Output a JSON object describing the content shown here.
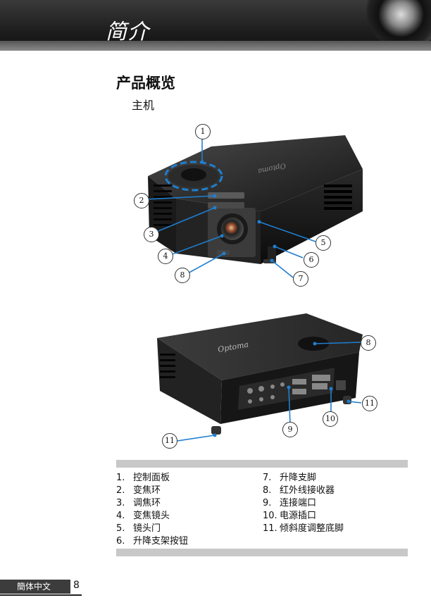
{
  "header": {
    "title": "简介"
  },
  "section": {
    "title": "产品概览",
    "subtitle": "主机"
  },
  "callouts_top": [
    "1",
    "2",
    "3",
    "4",
    "5",
    "6",
    "7",
    "8"
  ],
  "callouts_bottom": [
    "8",
    "11",
    "10",
    "9",
    "11"
  ],
  "parts_left": [
    {
      "num": "1.",
      "label": "控制面板"
    },
    {
      "num": "2.",
      "label": "变焦环"
    },
    {
      "num": "3.",
      "label": "调焦环"
    },
    {
      "num": "4.",
      "label": "变焦镜头"
    },
    {
      "num": "5.",
      "label": "镜头门"
    },
    {
      "num": "6.",
      "label": "升降支架按钮"
    }
  ],
  "parts_right": [
    {
      "num": "7.",
      "label": "升降支脚"
    },
    {
      "num": "8.",
      "label": "红外线接收器"
    },
    {
      "num": "9.",
      "label": "连接端口"
    },
    {
      "num": "10.",
      "label": "电源插口"
    },
    {
      "num": "11.",
      "label": "倾斜度调整底脚"
    }
  ],
  "brand": "Optoma",
  "footer": {
    "language": "簡体中文",
    "page": "8"
  },
  "colors": {
    "accent_blue": "#1f7fd0",
    "header_dark": "#1e1e1e",
    "bar_gray": "#c8c8c8"
  }
}
